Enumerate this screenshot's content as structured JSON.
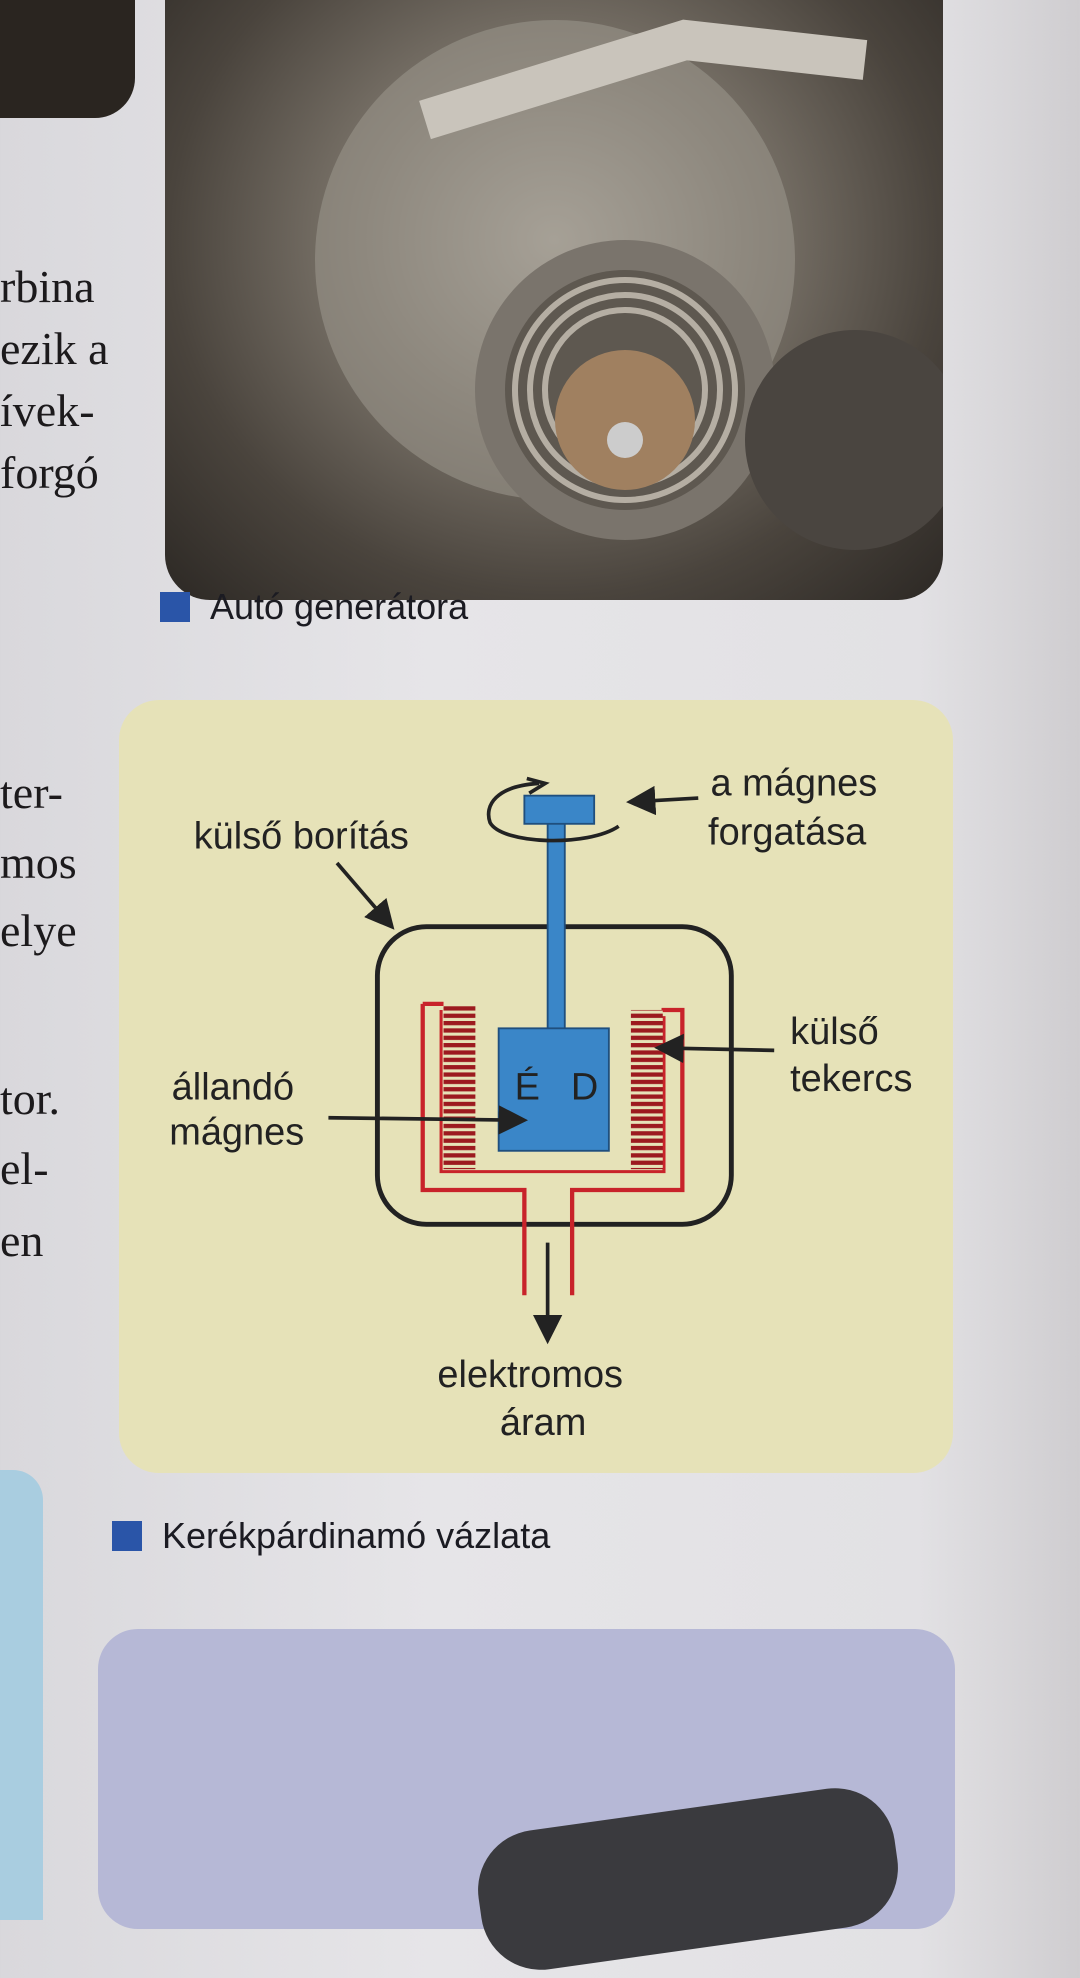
{
  "left_column_text": {
    "upper": [
      "rbina",
      "ezik a",
      "ívek-",
      "forgó"
    ],
    "lower": [
      "ter-",
      "mos",
      "elye",
      "tor.",
      "el-",
      "en"
    ]
  },
  "photo_caption": "Autó generátora",
  "diagram": {
    "labels": {
      "outer_cover": "külső borítás",
      "rotation_line1": "a mágnes",
      "rotation_line2": "forgatása",
      "magnet_line1": "állandó",
      "magnet_line2": "mágnes",
      "coil_line1": "külső",
      "coil_line2": "tekercs",
      "current_line1": "elektromos",
      "current_line2": "áram",
      "pole_north": "É",
      "pole_south": "D"
    },
    "colors": {
      "magnet": "#3a86c8",
      "wire": "#c8232a",
      "coil": "#9c1a1f",
      "background": "#e6e2b8"
    }
  },
  "diagram_caption": "Kerékpárdinamó vázlata"
}
